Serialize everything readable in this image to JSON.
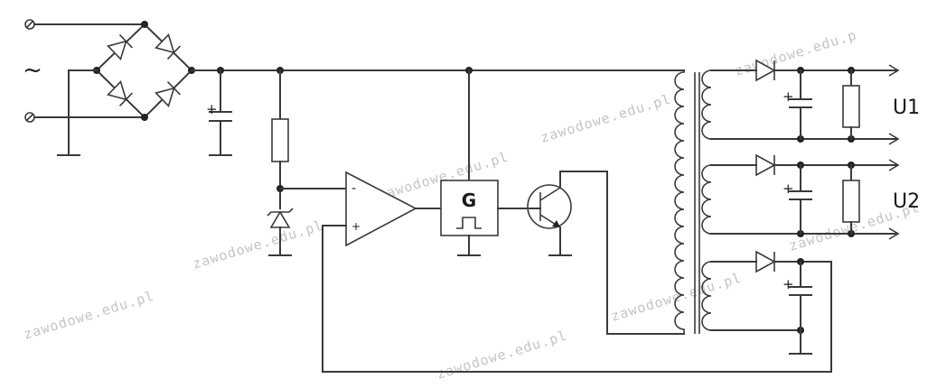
{
  "diagram": {
    "ac_symbol": "~",
    "generator_label": "G",
    "opamp_inverting_sign": "-",
    "opamp_noninverting_sign": "+",
    "cap_polarity_sign": "+",
    "output_1_label": "U1",
    "output_2_label": "U2"
  },
  "watermark": {
    "text": "zawodowe.edu.pl",
    "text_trimmed": "zawodowe.edu.p"
  }
}
